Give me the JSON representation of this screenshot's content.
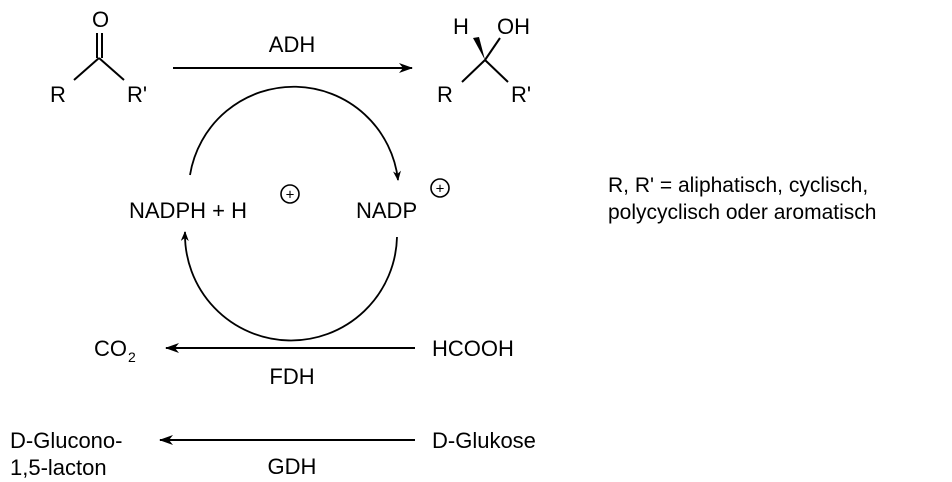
{
  "reactant": {
    "O": "O",
    "R": "R",
    "R2": "R'"
  },
  "product": {
    "H": "H",
    "OH": "OH",
    "R": "R",
    "R2": "R'"
  },
  "enzymes": {
    "adh": "ADH",
    "fdh": "FDH",
    "gdh": "GDH"
  },
  "cofactors": {
    "nadph": "NADPH + H",
    "nadp": "NADP",
    "charge": "+"
  },
  "formate": {
    "hcooh": "HCOOH",
    "co2": "CO",
    "co2_sub": "2"
  },
  "glucose": {
    "substrate": "D-Glukose",
    "product_line1": "D-Glucono-",
    "product_line2": "1,5-lacton"
  },
  "note": {
    "line1": "R, R' = aliphatisch, cyclisch,",
    "line2": "polycyclisch oder aromatisch"
  }
}
